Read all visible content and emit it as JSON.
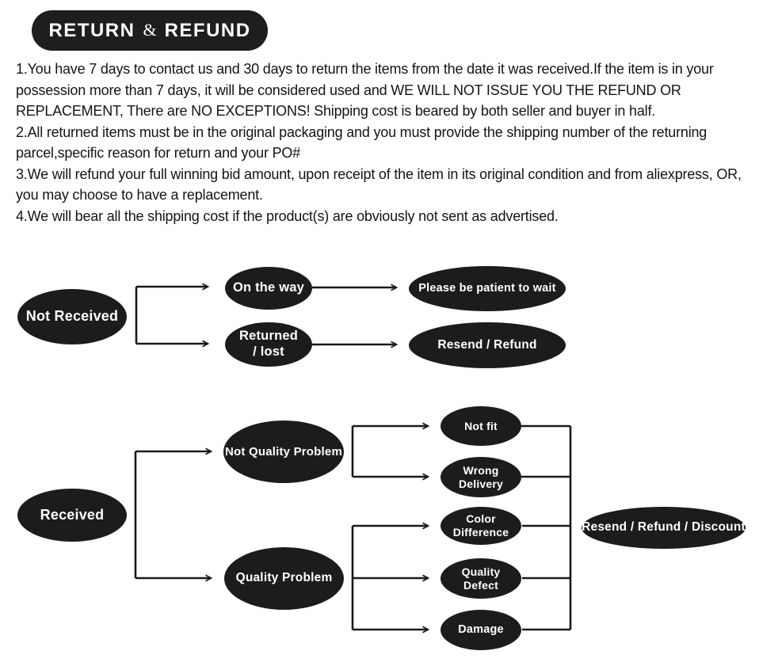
{
  "header": {
    "word_left": "RETURN",
    "ampersand": "&",
    "word_right": "REFUND"
  },
  "policy": {
    "items": [
      "1.You have 7 days to contact us and 30 days to return the items from the date it was received.If the item is in your possession more than 7 days, it will be considered used and WE WILL NOT ISSUE YOU THE REFUND OR REPLACEMENT, There are NO EXCEPTIONS! Shipping cost is beared by both seller and buyer in half.",
      "2.All returned items must be in the original packaging and you must provide the shipping number of the returning parcel,specific reason for return and your PO#",
      "3.We will refund your full winning bid amount, upon receipt of the item in its original condition and from aliexpress, OR, you may choose to have a replacement.",
      "4.We will bear all the shipping cost if the product(s) are obviously not sent as advertised."
    ]
  },
  "flowchart": {
    "nodes": {
      "not_received": {
        "label": "Not Received"
      },
      "on_the_way": {
        "label": "On the way"
      },
      "returned_lost": {
        "label": "Returned\n/  lost"
      },
      "please_wait": {
        "label": "Please be patient to wait"
      },
      "resend_refund": {
        "label": "Resend / Refund"
      },
      "received": {
        "label": "Received"
      },
      "not_quality_problem": {
        "label": "Not Quality Problem"
      },
      "quality_problem": {
        "label": "Quality Problem"
      },
      "not_fit": {
        "label": "Not fit"
      },
      "wrong_delivery": {
        "label": "Wrong\nDelivery"
      },
      "color_difference": {
        "label": "Color\nDifference"
      },
      "quality_defect": {
        "label": "Quality\nDefect"
      },
      "damage": {
        "label": "Damage"
      },
      "resend_refund_discount": {
        "label": "Resend / Refund / Discount"
      }
    },
    "edges": [
      {
        "from": "Not Received",
        "to": "On the way"
      },
      {
        "from": "Not Received",
        "to": "Returned / lost"
      },
      {
        "from": "On the way",
        "to": "Please be patient to wait"
      },
      {
        "from": "Returned / lost",
        "to": "Resend / Refund"
      },
      {
        "from": "Received",
        "to": "Not Quality Problem"
      },
      {
        "from": "Received",
        "to": "Quality Problem"
      },
      {
        "from": "Not Quality Problem",
        "to": "Not fit"
      },
      {
        "from": "Not Quality Problem",
        "to": "Wrong Delivery"
      },
      {
        "from": "Quality Problem",
        "to": "Color Difference"
      },
      {
        "from": "Quality Problem",
        "to": "Quality Defect"
      },
      {
        "from": "Quality Problem",
        "to": "Damage"
      },
      {
        "from": "Not fit",
        "to": "Resend / Refund / Discount"
      },
      {
        "from": "Wrong Delivery",
        "to": "Resend / Refund / Discount"
      },
      {
        "from": "Color Difference",
        "to": "Resend / Refund / Discount"
      },
      {
        "from": "Quality Defect",
        "to": "Resend / Refund / Discount"
      },
      {
        "from": "Damage",
        "to": "Resend / Refund / Discount"
      }
    ]
  },
  "colors": {
    "shape_fill": "#1c1c1c",
    "shape_text": "#ffffff",
    "connector_line": "#1a1a1a",
    "page_background": "#ffffff",
    "body_text": "#141414"
  }
}
